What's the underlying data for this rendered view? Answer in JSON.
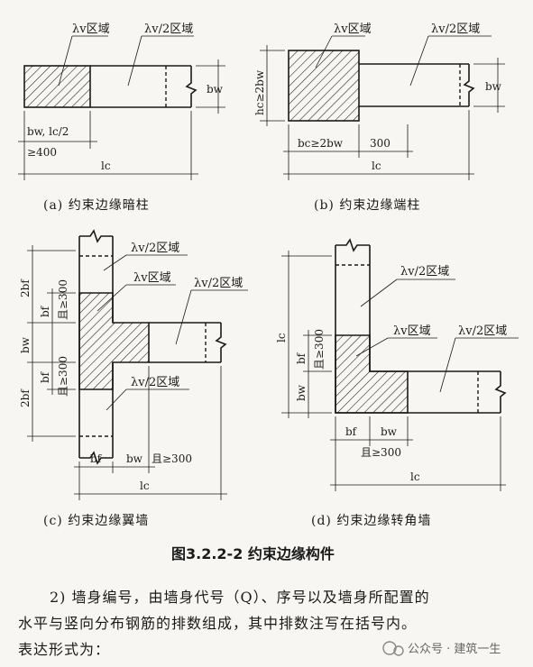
{
  "labels": {
    "lv_zone": "λv区域",
    "lv_half_zone": "λv/2区域"
  },
  "diagram_a": {
    "caption": "(a) 约束边缘暗柱",
    "dim_bw": "bw",
    "dim_top": "bw, lc/2",
    "dim_min": "≥400",
    "dim_lc": "lc"
  },
  "diagram_b": {
    "caption": "(b) 约束边缘端柱",
    "dim_hc": "hc≥2bw",
    "dim_bc": "bc≥2bw",
    "dim_300": "300",
    "dim_bw": "bw",
    "dim_lc": "lc"
  },
  "diagram_c": {
    "caption": "(c) 约束边缘翼墙",
    "dim_2bf_top": "2bf",
    "dim_bw": "bw",
    "dim_2bf_bottom": "2bf",
    "dim_bf_top": "bf",
    "dim_ge300_top": "且≥300",
    "dim_bf_mid": "bf",
    "dim_ge300_mid": "且≥300",
    "dim_bf_bottom": "bf",
    "dim_bw_bottom": "bw",
    "dim_ge300_bottom": "且≥300",
    "dim_lc": "lc"
  },
  "diagram_d": {
    "caption": "(d) 约束边缘转角墙",
    "dim_lc_left": "lc",
    "dim_bf_left": "bf",
    "dim_ge300_left": "且≥300",
    "dim_bw_left": "bw",
    "dim_bf_bottom": "bf",
    "dim_bw_bottom": "bw",
    "dim_ge300_bottom": "且≥300",
    "dim_lc_bottom": "lc"
  },
  "figure_title": "图3.2.2-2  约束边缘构件",
  "body_text": {
    "line1": "2) 墙身编号，由墙身代号（Q）、序号以及墙身所配置的",
    "line2": "水平与竖向分布钢筋的排数组成，其中排数注写在括号内。",
    "line3": "表达形式为："
  },
  "watermark": "公众号 · 建筑一生"
}
